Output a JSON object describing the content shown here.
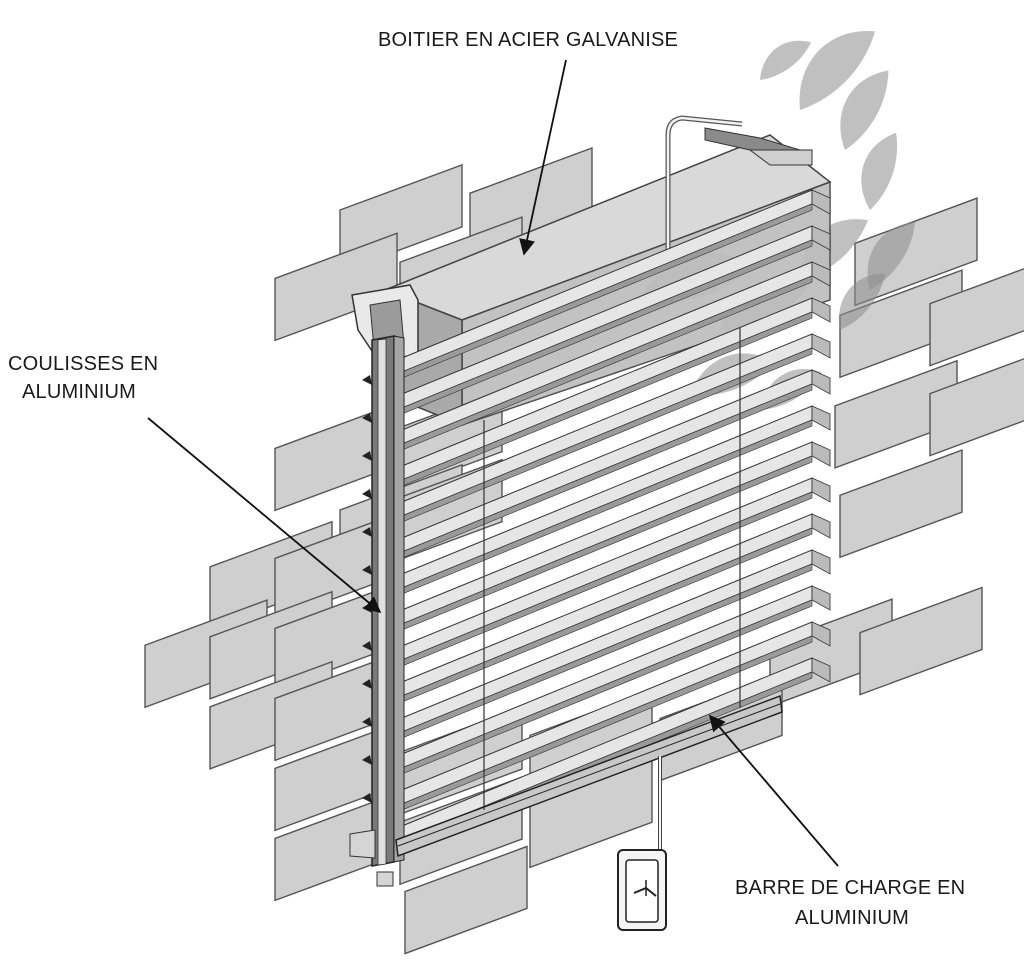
{
  "labels": {
    "housing": "BOITIER EN ACIER GALVANISE",
    "rails_line1": "COULISSES EN",
    "rails_line2": "ALUMINIUM",
    "bottom_bar_line1": "BARRE DE CHARGE EN",
    "bottom_bar_line2": "ALUMINIUM"
  },
  "colors": {
    "brick_fill": "#cfcfcf",
    "brick_stroke": "#555555",
    "housing_fill": "#bdbdbd",
    "slat_fill": "#e6e6e6",
    "slat_shadow": "#9a9a9a",
    "rail_fill": "#7a7a7a",
    "leaf_fill": "#8c8c8c"
  }
}
